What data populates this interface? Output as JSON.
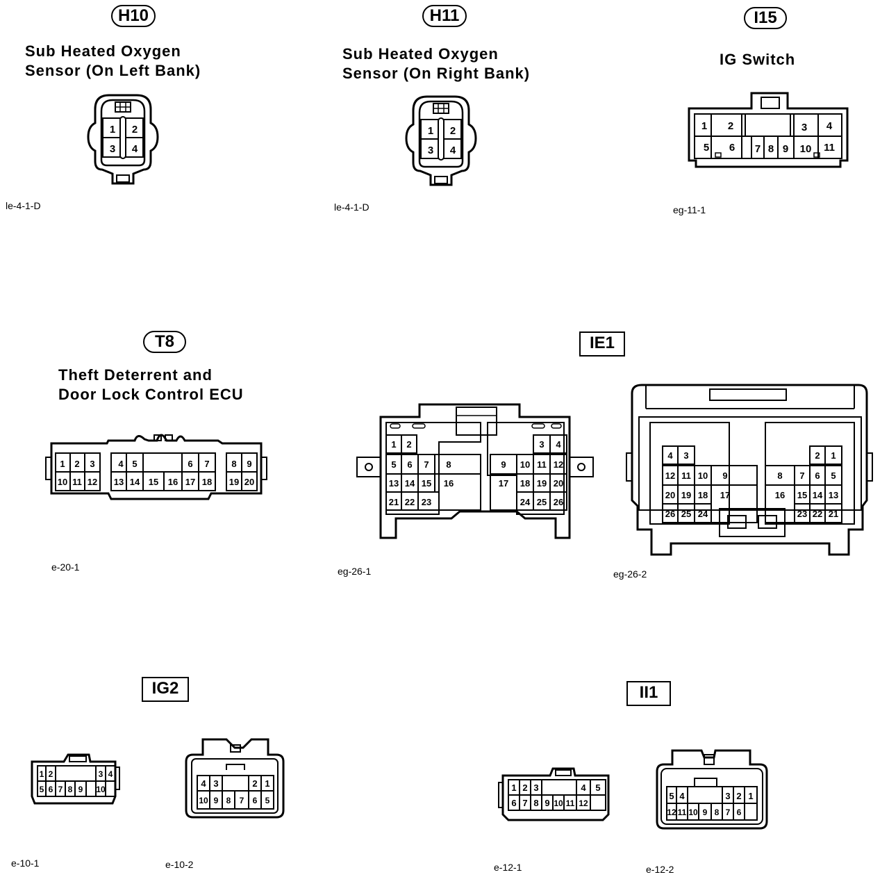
{
  "connectors": {
    "h10": {
      "badge": "H10",
      "title_line1": "Sub Heated Oxygen",
      "title_line2": "Sensor (On Left Bank)",
      "code": "le-4-1-D",
      "pins": [
        "1",
        "2",
        "3",
        "4"
      ]
    },
    "h11": {
      "badge": "H11",
      "title_line1": "Sub Heated Oxygen",
      "title_line2": "Sensor (On Right Bank)",
      "code": "le-4-1-D",
      "pins": [
        "1",
        "2",
        "3",
        "4"
      ]
    },
    "i15": {
      "badge": "I15",
      "title": "IG Switch",
      "code": "eg-11-1",
      "pins": [
        "1",
        "2",
        "3",
        "4",
        "5",
        "6",
        "7",
        "8",
        "9",
        "10",
        "11"
      ]
    },
    "t8": {
      "badge": "T8",
      "title_line1": "Theft Deterrent and",
      "title_line2": "Door Lock Control ECU",
      "code": "e-20-1",
      "pins": [
        "1",
        "2",
        "3",
        "4",
        "5",
        "6",
        "7",
        "8",
        "9",
        "10",
        "11",
        "12",
        "13",
        "14",
        "15",
        "16",
        "17",
        "18",
        "19",
        "20"
      ]
    },
    "ie1": {
      "badge": "IE1",
      "code_left": "eg-26-1",
      "code_right": "eg-26-2",
      "pins": [
        "1",
        "2",
        "3",
        "4",
        "5",
        "6",
        "7",
        "8",
        "9",
        "10",
        "11",
        "12",
        "13",
        "14",
        "15",
        "16",
        "17",
        "18",
        "19",
        "20",
        "21",
        "22",
        "23",
        "24",
        "25",
        "26"
      ]
    },
    "ig2": {
      "badge": "IG2",
      "code_left": "e-10-1",
      "code_right": "e-10-2",
      "pins": [
        "1",
        "2",
        "3",
        "4",
        "5",
        "6",
        "7",
        "8",
        "9",
        "10"
      ]
    },
    "ii1": {
      "badge": "II1",
      "code_left": "e-12-1",
      "code_right": "e-12-2",
      "pins": [
        "1",
        "2",
        "3",
        "4",
        "5",
        "6",
        "7",
        "8",
        "9",
        "10",
        "11",
        "12"
      ]
    }
  }
}
